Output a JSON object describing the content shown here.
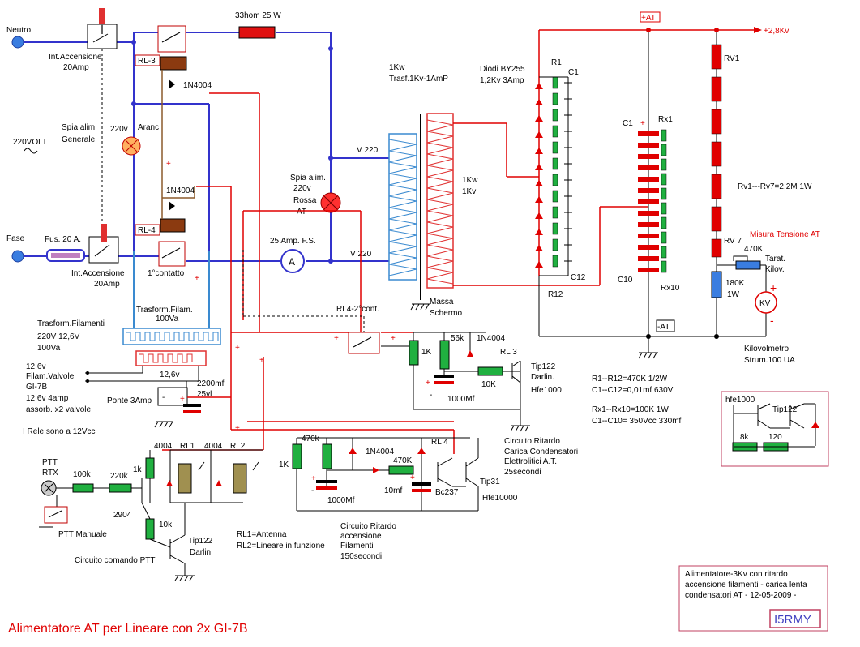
{
  "title": "Alimentatore AT per Lineare con 2x GI-7B",
  "info_box": {
    "line1": "Alimentatore-3Kv con ritardo",
    "line2": "accensione filamenti - carica lenta",
    "line3": "condensatori AT - 12-05-2009 -",
    "callsign": "I5RMY"
  },
  "mains": {
    "neutro": "Neutro",
    "fase": "Fase",
    "int_acc_top": "Int.Accensione",
    "amp_top": "20Amp",
    "int_acc_bot": "Int.Accensione",
    "amp_bot": "20Amp",
    "volt": "220VOLT",
    "fuse": "Fus. 20 A.",
    "resistor_33": "33hom 25 W",
    "rl3": "RL-3",
    "rl4": "RL-4",
    "d1n4004_a": "1N4004",
    "d1n4004_b": "1N4004",
    "spia_gen_1": "Spia alim.",
    "spia_gen_2": "Generale",
    "v220": "220v",
    "aranc": "Aranc.",
    "spia_at_1": "Spia alim.",
    "spia_at_2": "220v",
    "spia_at_3": "Rossa",
    "spia_at_4": "AT",
    "ammeter": "25 Amp. F.S.",
    "contatto1": "1°contatto",
    "v220_a": "V 220",
    "v220_b": "V 220"
  },
  "transformer": {
    "title1": "1Kw",
    "title2": "Trasf.1Kv-1AmP",
    "sec1": "1Kw",
    "sec2": "1Kv",
    "massa1": "Massa",
    "massa2": "Schermo"
  },
  "rectifier": {
    "diodes1": "Diodi BY255",
    "diodes2": "1,2Kv 3Amp",
    "r1": "R1",
    "c1": "C1",
    "c12": "C12",
    "r12": "R12",
    "plus_at": "+AT",
    "plus_28": "+2,8Kv",
    "minus_at": "-AT",
    "cap_c1": "C1",
    "rx1": "Rx1",
    "c10": "C10",
    "rx10": "Rx10",
    "rv1": "RV1",
    "rv7": "RV 7",
    "rv_text": "Rv1---Rv7=2,2M 1W",
    "misura": "Misura Tensione AT",
    "r470": "470K",
    "tarat1": "Tarat.",
    "tarat2": "Kilov.",
    "r180_1": "180K",
    "r180_2": "1W",
    "kv": "KV",
    "kilov1": "Kilovolmetro",
    "kilov2": "Strum.100 UA"
  },
  "components_text": {
    "r_line1": "R1--R12=470K 1/2W",
    "r_line2": "C1--C12=0,01mf 630V",
    "rx_line1": "Rx1--Rx10=100K 1W",
    "rx_line2": "C1--C10= 350Vcc 330mf"
  },
  "darlington_box": {
    "hfe": "hfe1000",
    "tip": "Tip122",
    "r8k": "8k",
    "r120": "120"
  },
  "filament": {
    "trasf_f1": "Trasform.Filamenti",
    "trasf_f2": "220V   12,6V",
    "trasf_f3": "100Va",
    "trasf_filam1": "Trasform.Filam.",
    "trasf_filam2": "100Va",
    "v126": "12,6v",
    "c2200_1": "2200mf",
    "c2200_2": "25vl",
    "ponte": "Ponte 3Amp",
    "fil_1": "12,6v",
    "fil_2": "Filam.Valvole",
    "fil_3": "GI-7B",
    "fil_4": "12,6v  4amp",
    "fil_5": "assorb.  x2 valvole",
    "rele12": "I Rele sono a 12Vcc"
  },
  "rl4_block": {
    "rl4_2c": "RL4-2°cont.",
    "r1k": "1K",
    "r56k": "56k",
    "d1n4004": "1N4004",
    "rl3": "RL 3",
    "tip122": "Tip122",
    "darlin": "Darlin.",
    "hfe": "Hfe1000",
    "r10k": "10K",
    "c1000": "1000Mf",
    "desc1": "Circuito Ritardo",
    "desc2": "Carica Condensatori",
    "desc3": "Elettrolitici  A.T.",
    "desc4": "25secondi"
  },
  "fil_delay": {
    "r470k_a": "470k",
    "r1k": "1K",
    "d1n4004": "1N4004",
    "r470k_b": "470K",
    "rl4": "RL 4",
    "c1000": "1000Mf",
    "c10": "10mf",
    "bc237": "Bc237",
    "tip31": "Tip31",
    "hfe": "Hfe10000",
    "desc1": "Circuito Ritardo",
    "desc2": "accensione",
    "desc3": "Filamenti",
    "desc4": "150secondi"
  },
  "ptt": {
    "ptt": "PTT",
    "rtx": "RTX",
    "r100k": "100k",
    "r220k": "220k",
    "r1k": "1k",
    "t2904": "2904",
    "r10k": "10k",
    "tip122": "Tip122",
    "darlin": "Darlin.",
    "manuale": "PTT Manuale",
    "desc": "Circuito comando PTT",
    "d4004a": "4004",
    "rl1": "RL1",
    "d4004b": "4004",
    "rl2": "RL2",
    "rl1_desc": "RL1=Antenna",
    "rl2_desc": "RL2=Lineare in funzione"
  }
}
